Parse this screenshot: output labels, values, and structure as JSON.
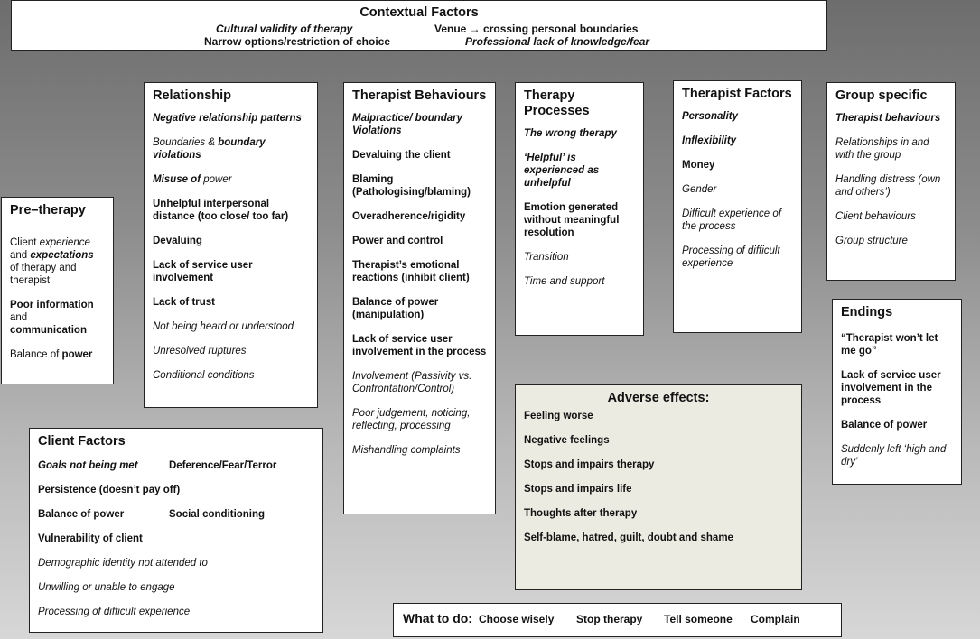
{
  "contextual": {
    "title": "Contextual Factors",
    "item1": "Cultural validity of therapy",
    "item2": "Venue → crossing personal boundaries",
    "item3": "Narrow options/restriction of choice",
    "item4": "Professional lack of knowledge/fear"
  },
  "relationship": {
    "title": "Relationship",
    "i1": "Negative relationship patterns",
    "i2a": "Boundaries & ",
    "i2b": "boundary violations",
    "i3a": "Misuse of",
    "i3b": " power",
    "i4": "Unhelpful interpersonal distance (too close/ too far)",
    "i5": "Devaluing",
    "i6": "Lack of service user involvement",
    "i7": "Lack of trust",
    "i8": "Not being heard or understood",
    "i9": "Unresolved ruptures",
    "i10": "Conditional conditions"
  },
  "therapist_behaviours": {
    "title": "Therapist Behaviours",
    "i1": "Malpractice/ boundary Violations",
    "i2": "Devaluing the client",
    "i3": "Blaming (Pathologising/blaming)",
    "i4": "Overadherence/rigidity",
    "i5": "Power and control",
    "i6": "Therapist’s emotional reactions (inhibit client)",
    "i7": "Balance of power (manipulation)",
    "i8": "Lack of service user involvement in the process",
    "i9": "Involvement (Passivity vs. Confrontation/Control)",
    "i10": "Poor judgement, noticing, reflecting, processing",
    "i11": "Mishandling complaints"
  },
  "therapy_processes": {
    "title": "Therapy Processes",
    "i1": "The wrong therapy",
    "i2": "‘Helpful’ is experienced as unhelpful",
    "i3": "Emotion generated without meaningful resolution",
    "i4": "Transition",
    "i5": "Time and support"
  },
  "therapist_factors": {
    "title": "Therapist Factors",
    "i1": "Personality",
    "i2": "Inflexibility",
    "i3": "Money",
    "i4": "Gender",
    "i5": "Difficult experience of the process",
    "i6": "Processing of difficult experience"
  },
  "group_specific": {
    "title": "Group specific",
    "i1": "Therapist behaviours",
    "i2": "Relationships in and with the group",
    "i3": "Handling distress (own and others’)",
    "i4": "Client behaviours",
    "i5": "Group structure"
  },
  "pre_therapy": {
    "title": "Pre–therapy",
    "i1a": "Client ",
    "i1b": "experience",
    "i1c": " and ",
    "i1d": "expectations",
    "i1e": " of therapy and therapist",
    "i2a": "Poor information",
    "i2b": " and ",
    "i2c": "communication",
    "i3a": "Balance of ",
    "i3b": "power"
  },
  "endings": {
    "title": "Endings",
    "i1": "“Therapist won’t let me go”",
    "i2": "Lack of service user involvement in the process",
    "i3": "Balance of power",
    "i4": "Suddenly left ‘high and dry’"
  },
  "client_factors": {
    "title": "Client Factors",
    "i1": "Goals not being met",
    "i1b": "Deference/Fear/Terror",
    "i2": "Persistence (doesn’t pay off)",
    "i3": "Balance of power",
    "i3b": "Social conditioning",
    "i4": "Vulnerability of client",
    "i5": "Demographic identity not attended to",
    "i6": "Unwilling or unable to engage",
    "i7": "Processing of difficult experience"
  },
  "adverse_effects": {
    "title": "Adverse effects:",
    "i1": "Feeling worse",
    "i2": "Negative feelings",
    "i3": "Stops and impairs therapy",
    "i4": "Stops and impairs life",
    "i5": "Thoughts after therapy",
    "i6": "Self-blame, hatred, guilt, doubt and shame"
  },
  "what_to_do": {
    "title": "What to do:",
    "i1": "Choose wisely",
    "i2": "Stop therapy",
    "i3": "Tell someone",
    "i4": "Complain"
  }
}
